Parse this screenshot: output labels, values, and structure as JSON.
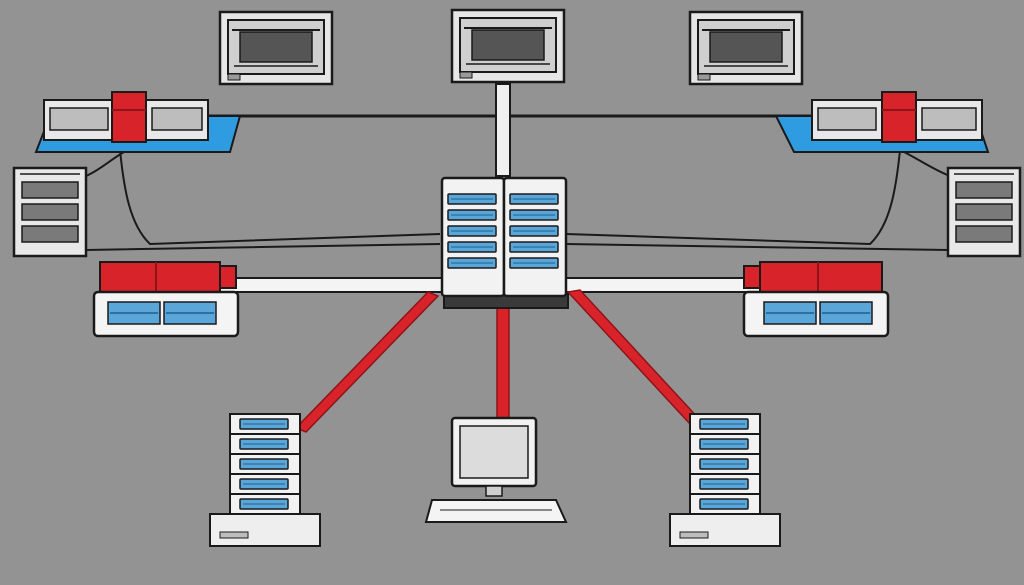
{
  "scene": {
    "kind": "network topology illustration",
    "text_labels": []
  },
  "colors": {
    "background": "#939393",
    "outline": "#1a1a1a",
    "chassis_light": "#f2f2f2",
    "chassis_mid": "#d4d4d4",
    "screen_dark": "#555555",
    "drive_blue": "#5aa6d8",
    "accent_red": "#d8232a",
    "accent_red_dark": "#8e1418",
    "platform_blue": "#2f9be0",
    "cable": "#1a1a1a",
    "bus_white": "#f4f4f4"
  },
  "nodes": [
    {
      "id": "monitor-top-left",
      "type": "monitor-box"
    },
    {
      "id": "monitor-top-center",
      "type": "monitor-box"
    },
    {
      "id": "monitor-top-right",
      "type": "monitor-box"
    },
    {
      "id": "switch-left",
      "type": "rack-switch-on-platform"
    },
    {
      "id": "switch-right",
      "type": "rack-switch-on-platform"
    },
    {
      "id": "drive-tower-left",
      "type": "drive-tower"
    },
    {
      "id": "drive-tower-right",
      "type": "drive-tower"
    },
    {
      "id": "core-server",
      "type": "core-rack"
    },
    {
      "id": "router-left",
      "type": "router-unit"
    },
    {
      "id": "router-right",
      "type": "router-unit"
    },
    {
      "id": "server-stack-left",
      "type": "server-stack"
    },
    {
      "id": "workstation-center",
      "type": "workstation"
    },
    {
      "id": "server-stack-right",
      "type": "server-stack"
    }
  ],
  "links": [
    {
      "id": "uplink-vertical",
      "kind": "pipe"
    },
    {
      "id": "top-bus",
      "kind": "black-cable"
    },
    {
      "id": "backbone-bus",
      "kind": "white-pipe"
    },
    {
      "id": "left-cables",
      "kind": "black-cable"
    },
    {
      "id": "right-cables",
      "kind": "black-cable"
    },
    {
      "id": "red-link-left",
      "kind": "red-cable"
    },
    {
      "id": "red-link-center",
      "kind": "red-cable"
    },
    {
      "id": "red-link-right",
      "kind": "red-cable"
    }
  ]
}
